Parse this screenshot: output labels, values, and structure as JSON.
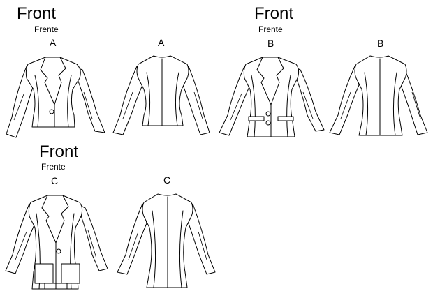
{
  "groups": [
    {
      "heading": "Front",
      "subheading": "Frente",
      "front_letter": "A",
      "back_letter": "A"
    },
    {
      "heading": "Front",
      "subheading": "Frente",
      "front_letter": "B",
      "back_letter": "B"
    },
    {
      "heading": "Front",
      "subheading": "Frente",
      "front_letter": "C",
      "back_letter": "C"
    }
  ]
}
